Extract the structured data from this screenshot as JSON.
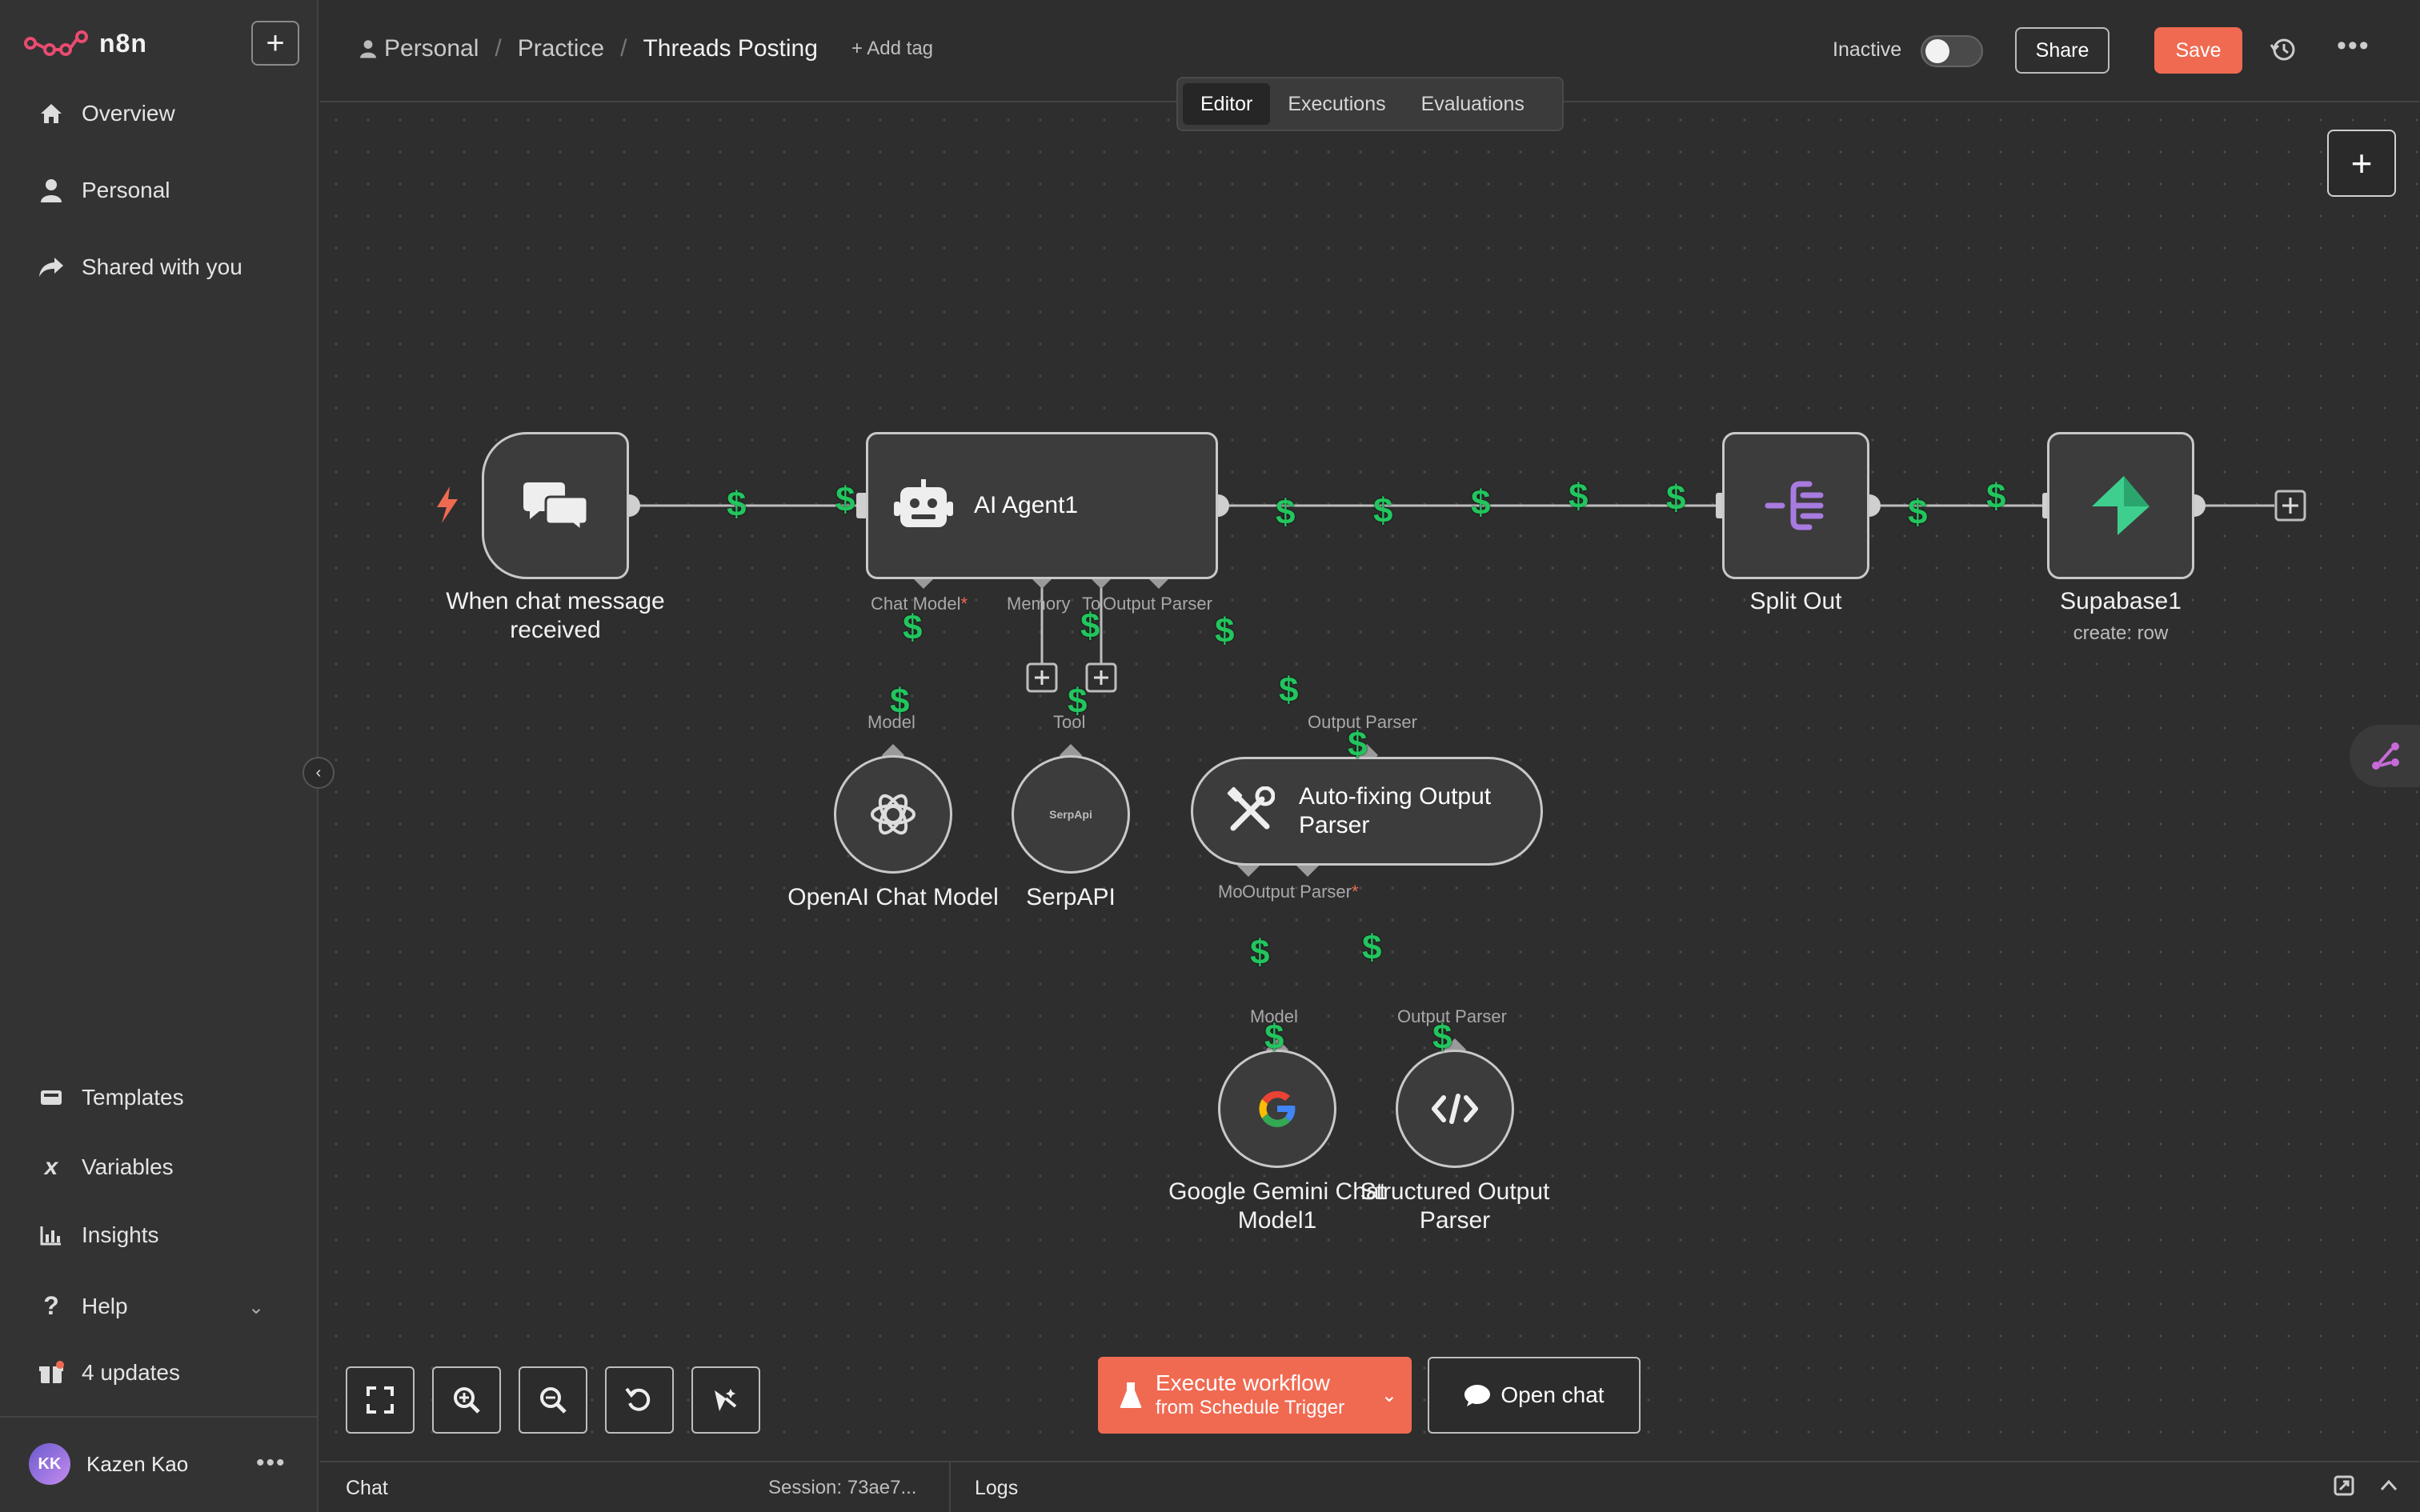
{
  "app": {
    "name": "n8n",
    "brand_color": "#EA4B71",
    "accent": "#F06A52"
  },
  "sidebar": {
    "items": [
      {
        "label": "Overview",
        "icon": "home-icon"
      },
      {
        "label": "Personal",
        "icon": "user-icon"
      },
      {
        "label": "Shared with you",
        "icon": "share-icon"
      }
    ],
    "bottom_items": [
      {
        "label": "Templates",
        "icon": "templates-icon"
      },
      {
        "label": "Variables",
        "icon": "variables-icon"
      },
      {
        "label": "Insights",
        "icon": "insights-icon"
      },
      {
        "label": "Help",
        "icon": "help-icon"
      },
      {
        "label": "4 updates",
        "icon": "gift-icon"
      }
    ],
    "user": {
      "initials": "KK",
      "name": "Kazen Kao"
    }
  },
  "header": {
    "breadcrumbs": [
      "Personal",
      "Practice",
      "Threads Posting"
    ],
    "add_tag": "+ Add tag",
    "status_label": "Inactive",
    "share_label": "Share",
    "save_label": "Save",
    "tabs": [
      "Editor",
      "Executions",
      "Evaluations"
    ],
    "active_tab": "Editor"
  },
  "nodes": {
    "trigger": {
      "label_line1": "When chat message",
      "label_line2": "received"
    },
    "agent": {
      "title": "AI Agent1",
      "ports": {
        "chat_model": "Chat Model",
        "memory": "Memory",
        "tool": "To",
        "output_parser": "Output Parser"
      }
    },
    "split_out": {
      "label": "Split Out"
    },
    "supabase": {
      "label": "Supabase1",
      "sub": "create: row"
    },
    "openai": {
      "label": "OpenAI Chat Model",
      "port": "Model"
    },
    "serpapi": {
      "label": "SerpAPI",
      "port": "Tool",
      "logo_text": "SerpApi"
    },
    "autofix": {
      "title_line1": "Auto-fixing Output",
      "title_line2": "Parser",
      "port_top": "Output Parser",
      "port_model": "Mo",
      "port_parser": "Output Parser"
    },
    "gemini": {
      "label_line1": "Google Gemini Chat",
      "label_line2": "Model1",
      "port": "Model"
    },
    "structured": {
      "label_line1": "Structured Output",
      "label_line2": "Parser",
      "port": "Output Parser"
    }
  },
  "dollar_marker": "$",
  "controls": {
    "execute_main": "Execute workflow",
    "execute_sub": "from Schedule Trigger",
    "open_chat": "Open chat"
  },
  "bottom_panel": {
    "chat": "Chat",
    "session": "Session: 73ae7...",
    "logs": "Logs"
  }
}
